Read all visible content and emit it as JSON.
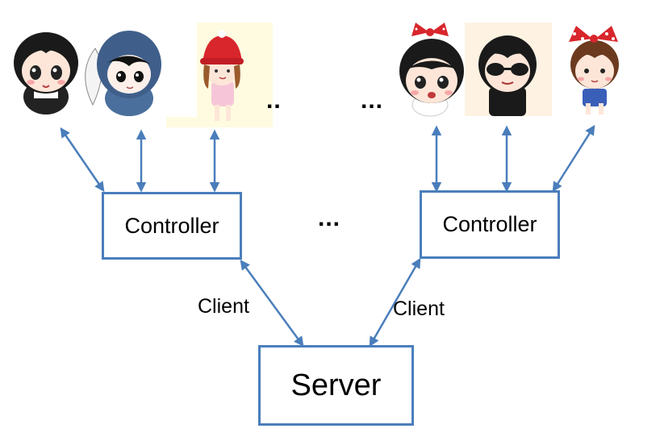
{
  "controllers": [
    {
      "label": "Controller"
    },
    {
      "label": "Controller"
    }
  ],
  "server": {
    "label": "Server"
  },
  "links": [
    {
      "label": "Client"
    },
    {
      "label": "Client"
    }
  ],
  "ellipsis": {
    "users_left": "..",
    "users_right": "...",
    "controllers": "..."
  },
  "users": [
    {
      "icon": "cartoon-girl-black-hair-icon"
    },
    {
      "icon": "cartoon-boy-blue-bunny-hood-icon"
    },
    {
      "icon": "cartoon-girl-red-hat-icon"
    },
    {
      "icon": "cartoon-girl-red-bow-icon"
    },
    {
      "icon": "cartoon-boy-sunglasses-icon"
    },
    {
      "icon": "cartoon-girl-polka-dot-bow-icon"
    }
  ],
  "colors": {
    "box_border": "#4a7ebb",
    "arrow": "#4a7ebb",
    "hair": "#1a1a1a",
    "skin": "#fde6d8",
    "bow_red": "#d8262c"
  }
}
